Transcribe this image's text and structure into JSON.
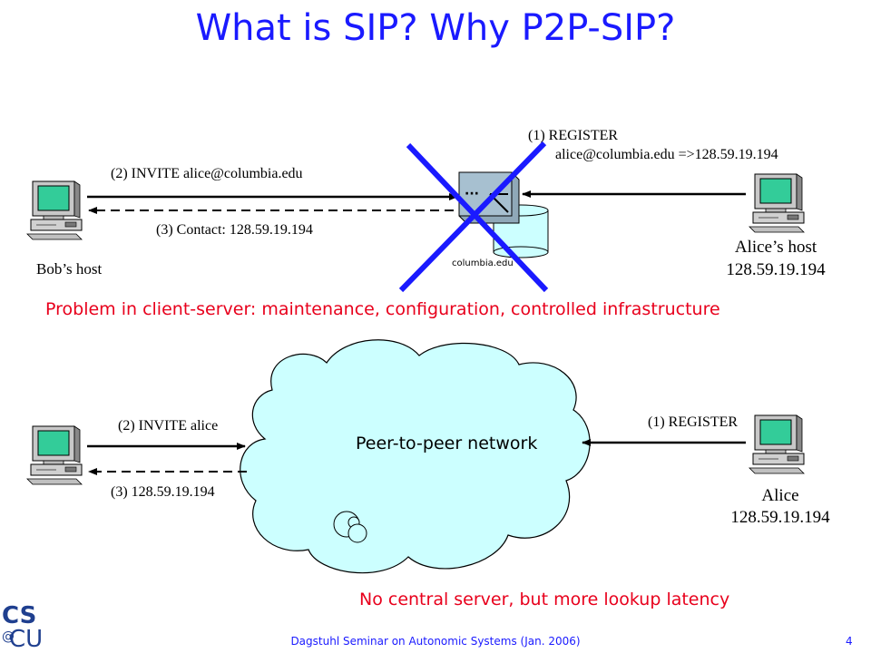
{
  "slide": {
    "title": "What is SIP? Why P2P-SIP?",
    "footer": "Dagstuhl Seminar on Autonomic Systems (Jan. 2006)",
    "page_number": "4",
    "logo": {
      "top": "CS",
      "bottom": "CU",
      "at": "@"
    }
  },
  "client_server": {
    "bob_label": "Bob’s host",
    "invite_label": "(2) INVITE  alice@columbia.edu",
    "contact_label": "(3) Contact: 128.59.19.194",
    "register_line1": "(1) REGISTER",
    "register_line2": "alice@columbia.edu =>128.59.19.194",
    "server_label": "columbia.edu",
    "alice_label": "Alice’s host",
    "alice_ip": "128.59.19.194",
    "problem_text": "Problem in client-server: maintenance, configuration, controlled infrastructure"
  },
  "p2p": {
    "invite_label": "(2) INVITE alice",
    "response_label": "(3) 128.59.19.194",
    "register_label": "(1) REGISTER",
    "network_label": "Peer-to-peer network",
    "alice_label": "Alice",
    "alice_ip": "128.59.19.194",
    "conclusion_text": "No central server, but more lookup latency"
  },
  "colors": {
    "title": "#1a1aff",
    "cross": "#1a1aff",
    "problem": "#e8001c",
    "cloud_fill": "#ccffff",
    "screen": "#33cc99"
  }
}
